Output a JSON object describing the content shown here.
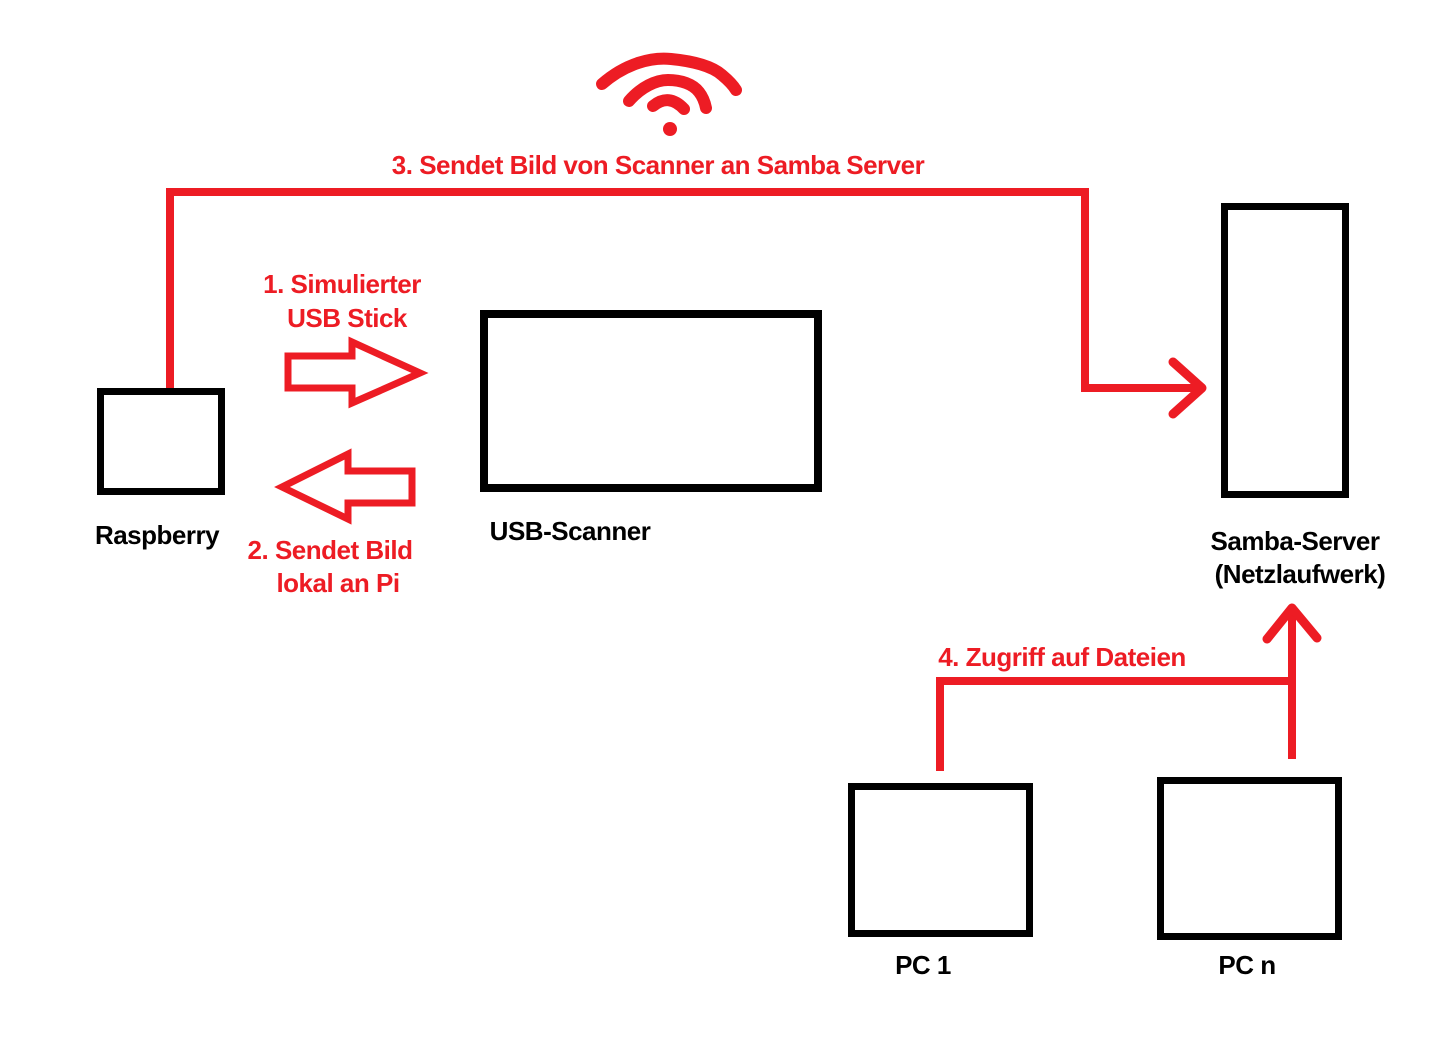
{
  "colors": {
    "annotation_red": "#ED1C24",
    "node_border_black": "#000000",
    "background_white": "#FFFFFF"
  },
  "icons": {
    "wifi": "wifi-signal-icon"
  },
  "nodes": {
    "raspberry": {
      "label": "Raspberry"
    },
    "usb_scanner": {
      "label": "USB-Scanner"
    },
    "samba_server": {
      "label_line1": "Samba-Server",
      "label_line2": "(Netzlaufwerk)"
    },
    "pc1": {
      "label": "PC 1"
    },
    "pcn": {
      "label": "PC n"
    }
  },
  "annotations": {
    "step1_line1": "1. Simulierter",
    "step1_line2": "USB Stick",
    "step2_line1": "2. Sendet Bild",
    "step2_line2": "lokal an Pi",
    "step3": "3. Sendet Bild von Scanner an Samba Server",
    "step4": "4. Zugriff auf Dateien"
  }
}
